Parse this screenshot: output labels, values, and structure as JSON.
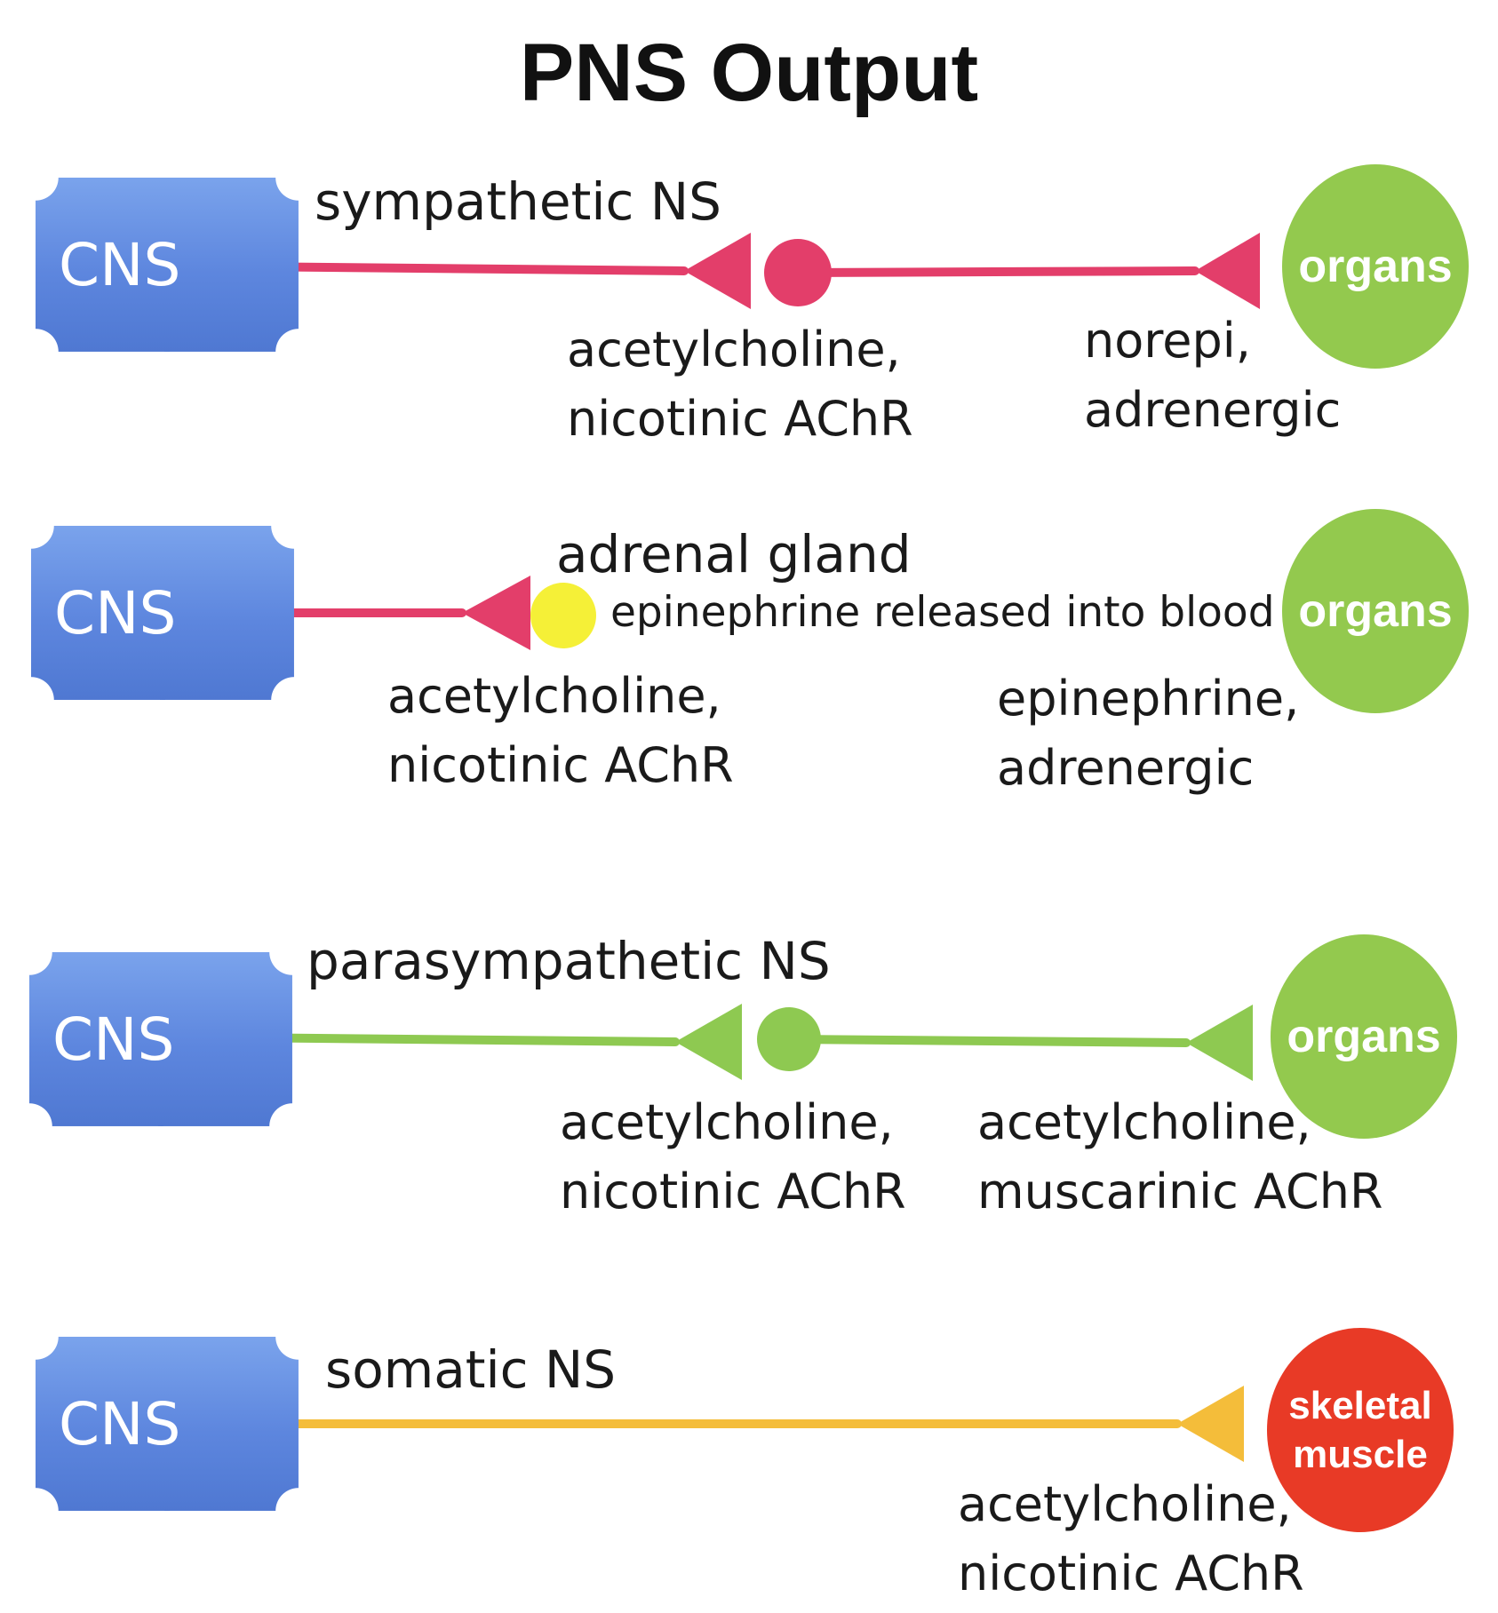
{
  "title": "PNS Output",
  "colors": {
    "sympathetic": "#e33e6a",
    "parasympathetic": "#8ec951",
    "somatic": "#f4bd3a",
    "epinephrine_dot": "#f5f037",
    "cns_box": "#5d86de",
    "organs": "#93c94e",
    "skeletal_muscle": "#e83a26"
  },
  "cns_label": "CNS",
  "rows": [
    {
      "name": "sympathetic",
      "heading": "sympathetic NS",
      "synapse_labels": [
        [
          "acetylcholine,",
          "nicotinic AChR"
        ],
        [
          "norepi,",
          "adrenergic"
        ]
      ],
      "target": "organs"
    },
    {
      "name": "adrenal",
      "heading": "adrenal gland",
      "release_text": "epinephrine released into blood",
      "synapse_labels": [
        [
          "acetylcholine,",
          "nicotinic AChR"
        ],
        [
          "epinephrine,",
          "adrenergic"
        ]
      ],
      "target": "organs"
    },
    {
      "name": "parasympathetic",
      "heading": "parasympathetic NS",
      "synapse_labels": [
        [
          "acetylcholine,",
          "nicotinic AChR"
        ],
        [
          "acetylcholine,",
          "muscarinic AChR"
        ]
      ],
      "target": "organs"
    },
    {
      "name": "somatic",
      "heading": "somatic NS",
      "synapse_labels": [
        [
          "acetylcholine,",
          "nicotinic AChR"
        ]
      ],
      "target_lines": [
        "skeletal",
        "muscle"
      ]
    }
  ]
}
